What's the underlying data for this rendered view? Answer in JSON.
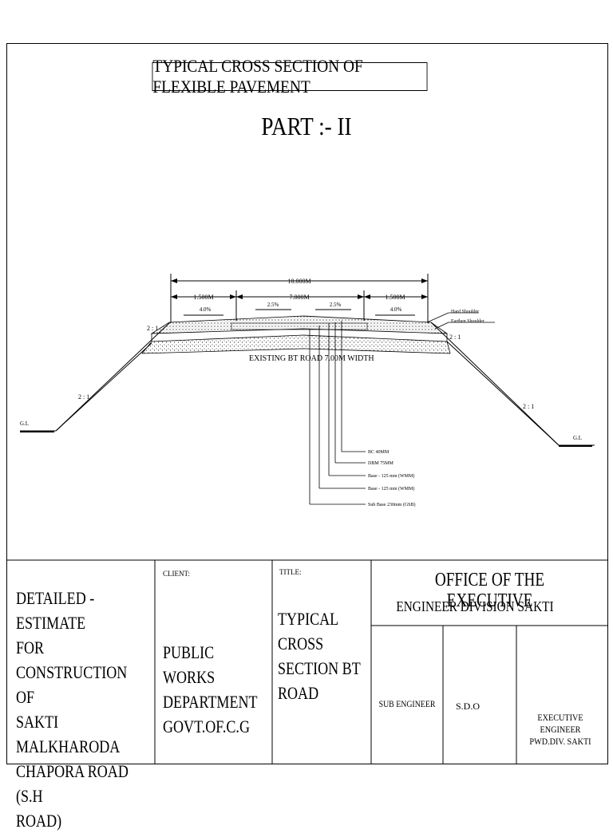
{
  "drawing": {
    "title": "TYPICAL CROSS SECTION OF FLEXIBLE PAVEMENT",
    "part": "PART :- II",
    "dimensions": {
      "total": "10.000M",
      "left_shoulder": "1.500M",
      "carriageway": "7.000M",
      "right_shoulder": "1.500M",
      "left_shoulder_slope": "4.0%",
      "right_shoulder_slope": "4.0%",
      "left_camber": "2.5%",
      "right_camber": "2.5%"
    },
    "slopes": {
      "upper_left": "2 : 1",
      "lower_left": "2 : 1",
      "upper_right": "2 : 1",
      "lower_right": "2 : 1"
    },
    "ground_left": "G.L",
    "ground_right": "G.L",
    "existing_road": "EXISTING BT ROAD 7.00M WIDTH",
    "shoulder_labels": [
      "Hard Shoulder",
      "Earthen Shoulder"
    ],
    "layers": [
      "BC 40MM",
      "DBM 75MM",
      "Base - 125 mm (WMM)",
      "Base - 125 mm (WMM)",
      "Sub Base 230mm (GSB)"
    ]
  },
  "title_block": {
    "project": "DETAILED -ESTIMATE\nFOR CONSTRUCTION OF\nSAKTI MALKHARODA\nCHAPORA ROAD (S.H\nROAD)",
    "client_label": "CLIENT:",
    "client": "PUBLIC WORKS\n DEPARTMENT\n GOVT.OF.C.G",
    "title_label": "TITLE:",
    "title": "  TYPICAL\nCROSS\nSECTION BT\nROAD",
    "office_line1": "OFFICE OF THE EXECUTIVE",
    "office_line2": "ENGINEER DIVISION SAKTI",
    "sub_engineer": "SUB ENGINEER",
    "sdo": "S.D.O",
    "executive_engineer": "EXECUTIVE ENGINEER\nPWD.DIV. SAKTI"
  }
}
